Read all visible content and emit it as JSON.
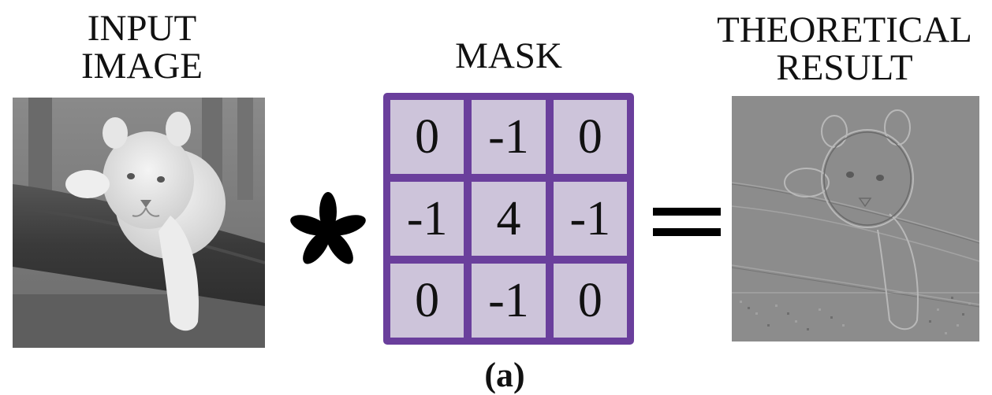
{
  "labels": {
    "input_line1": "INPUT",
    "input_line2": "IMAGE",
    "mask": "MASK",
    "result_line1": "THEORETICAL",
    "result_line2": "RESULT"
  },
  "mask": {
    "cells": [
      "0",
      "-1",
      "0",
      "-1",
      "4",
      "-1",
      "0",
      "-1",
      "0"
    ],
    "border_color": "#6a3f9c",
    "cell_color": "#cdc4da"
  },
  "operators": {
    "convolution": "asterisk-icon",
    "equals": "equals-icon"
  },
  "caption": "(a)"
}
